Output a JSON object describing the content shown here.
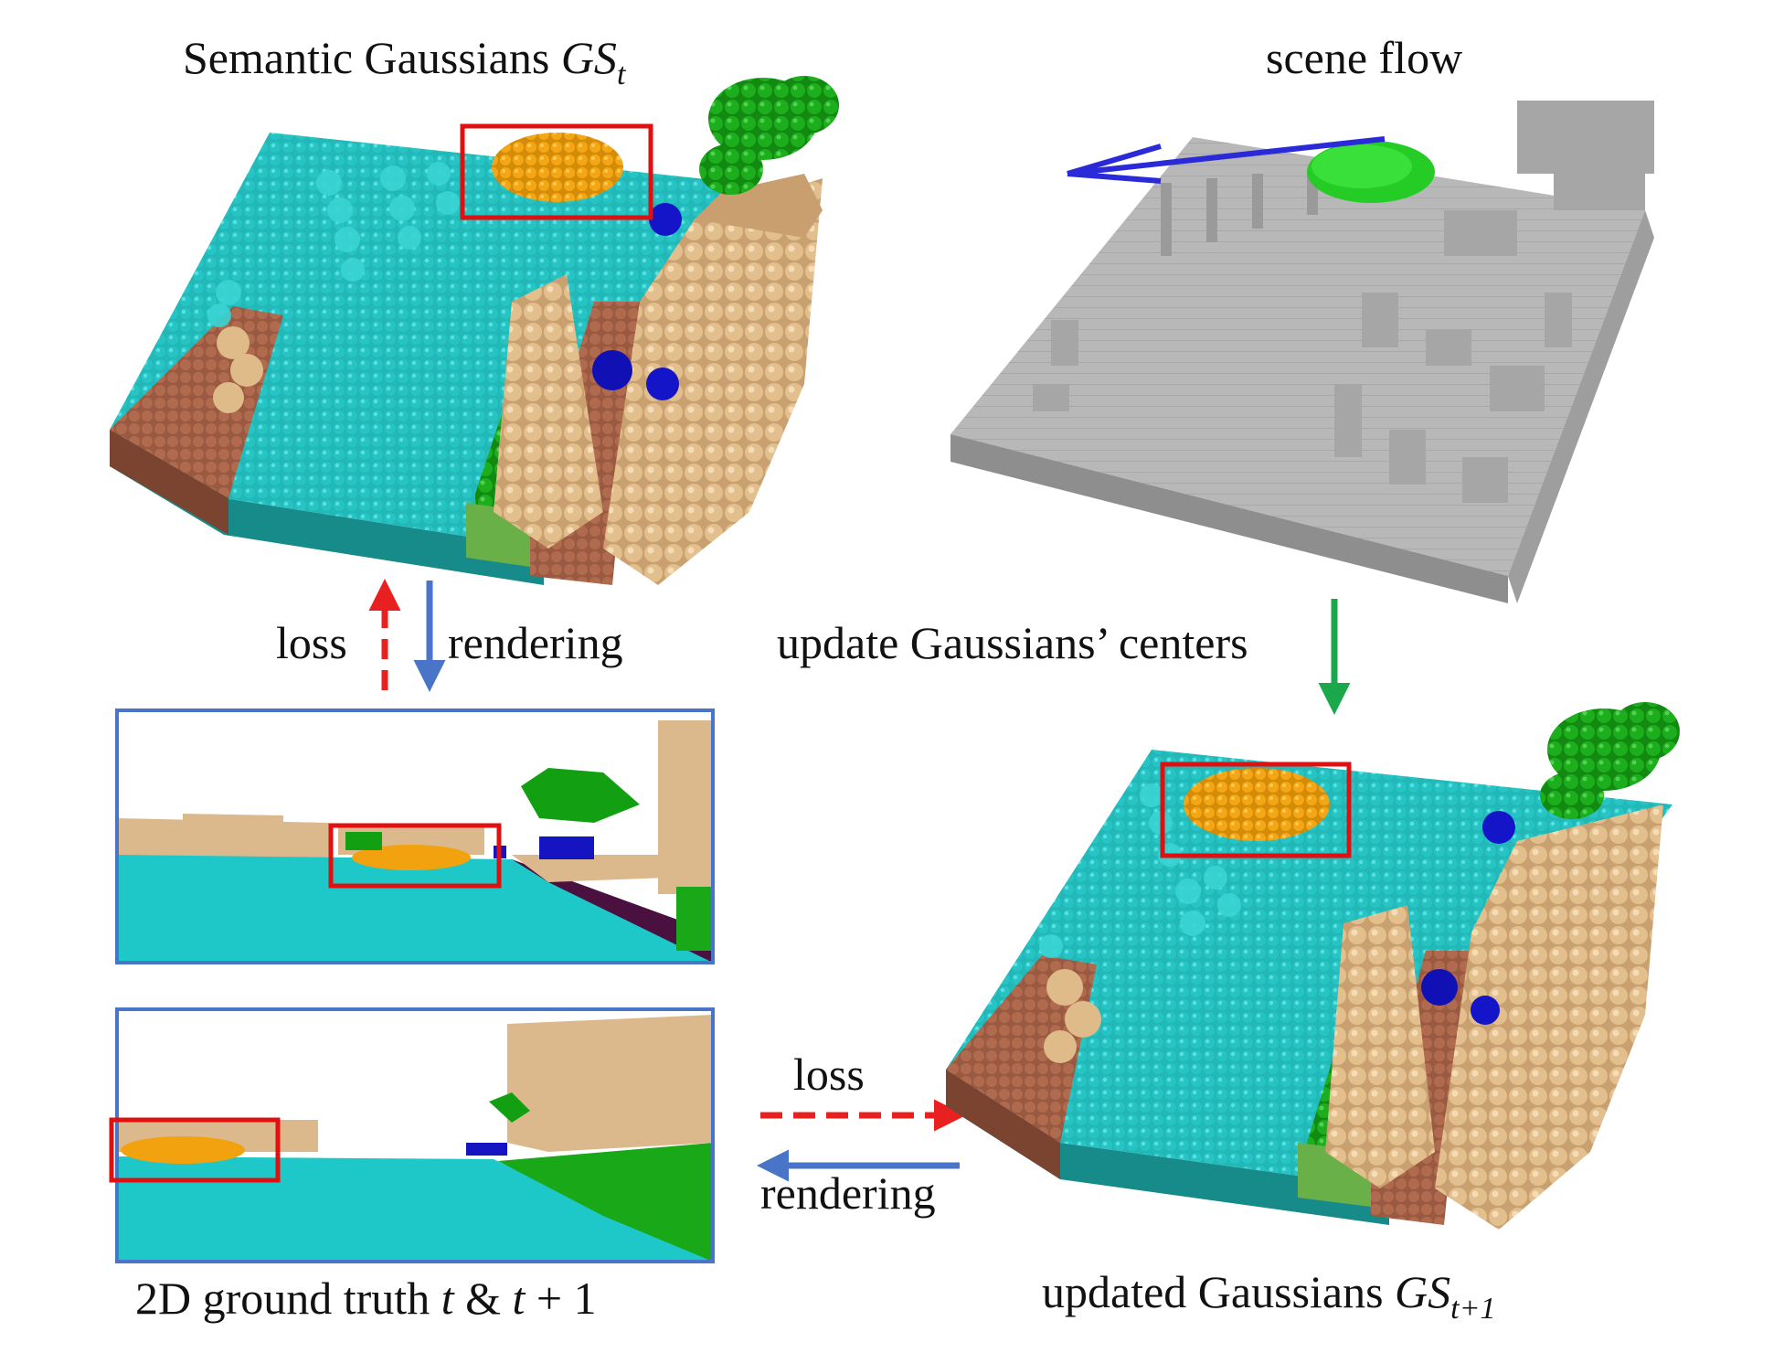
{
  "labels": {
    "semantic_prefix": "Semantic Gaussians ",
    "semantic_sym": "GS",
    "semantic_sub": "t",
    "scene_flow": "scene flow",
    "loss_top": "loss",
    "rendering_top": "rendering",
    "update_centers": "update Gaussians’ centers",
    "loss_mid": "loss",
    "rendering_mid": "rendering",
    "gt_prefix": "2D ground truth ",
    "gt_t": "t",
    "gt_amp": " & ",
    "gt_t2": "t",
    "gt_plus": " + 1",
    "updated_prefix": "updated Gaussians ",
    "updated_sym": "GS",
    "updated_sub": "t+1"
  },
  "colors": {
    "road": "#20b4b4",
    "road_light": "#30d2d2",
    "sidewalk": "#a8664c",
    "building": "#e0bb8a",
    "vegetation": "#1aa81a",
    "car": "#f2a20e",
    "car_flow": "#22d022",
    "blue_obj": "#1010d0",
    "flow_gray": "#b4b4b4",
    "highlight_box": "#e01010",
    "panel_border": "#4a74c8",
    "arrow_loss": "#e82020",
    "arrow_render": "#4a74c8",
    "arrow_update": "#1aa84a"
  }
}
